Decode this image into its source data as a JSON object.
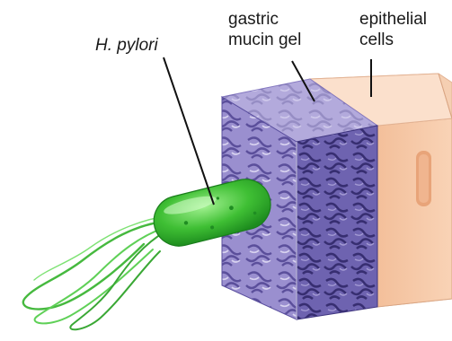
{
  "labels": {
    "hpylori": "H. pylori",
    "mucin": [
      "gastric",
      "mucin gel"
    ],
    "epithelial": [
      "epithelial",
      "cells"
    ]
  },
  "colors": {
    "bacterium": "#3fbf34",
    "flagella": "#4ec44a",
    "mucin_front": "#8f83c6",
    "mucin_side": "#5a4f9e",
    "mucin_top": "#c7c0e6",
    "epithelial_front": "#f6c7a4",
    "epithelial_top": "#fbe0cc",
    "nucleus": "#e8a479"
  }
}
